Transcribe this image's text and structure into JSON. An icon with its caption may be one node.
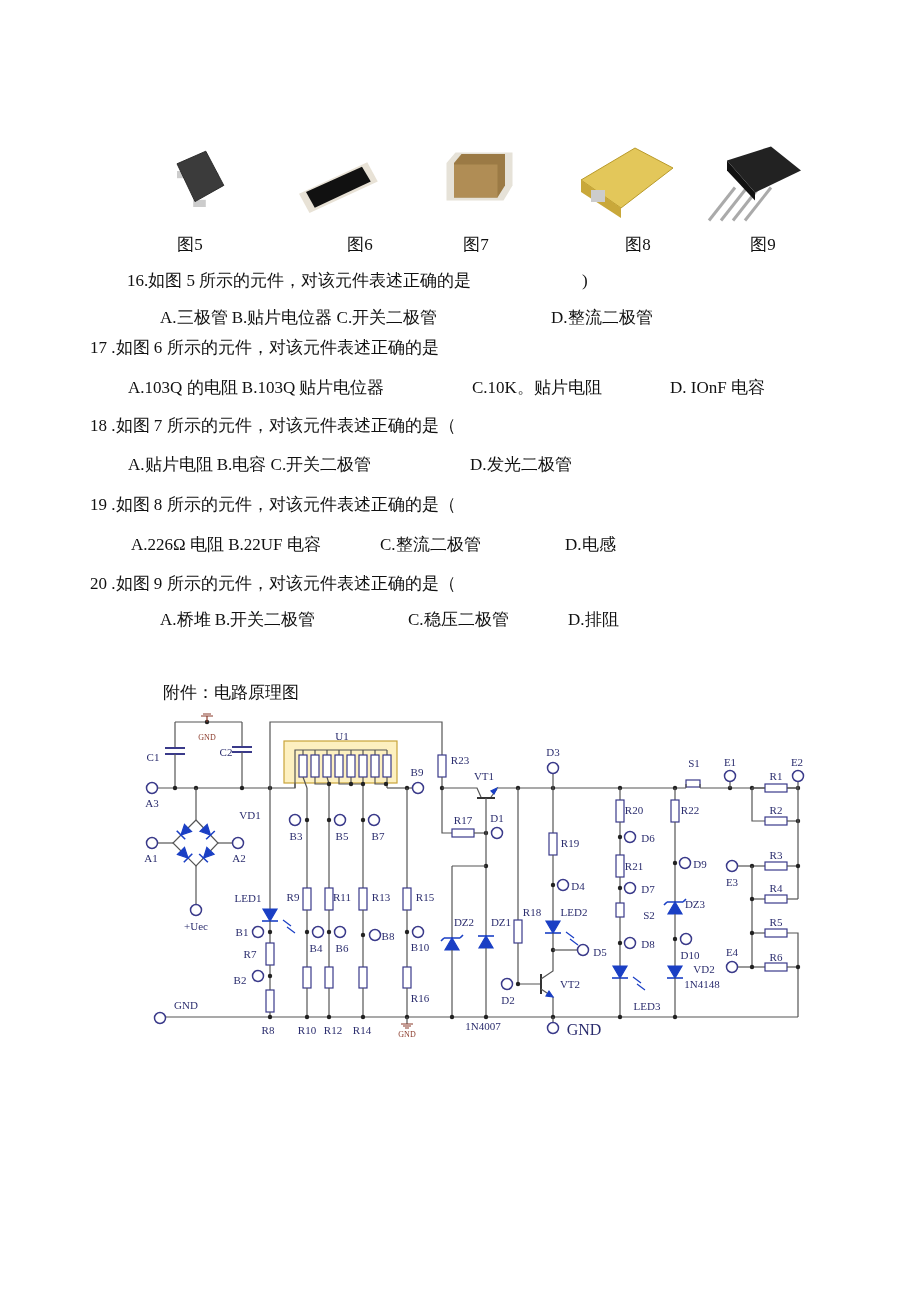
{
  "diagram": {
    "nodes": [
      {
        "text": [],
        "shape": "picture",
        "beside": [
          "图5"
        ]
      },
      {
        "text": [],
        "shape": "picture",
        "beside": [
          "图6"
        ]
      },
      {
        "text": [],
        "shape": "picture",
        "beside": [
          "图7"
        ]
      },
      {
        "text": [],
        "shape": "picture",
        "beside": [
          "图8"
        ]
      },
      {
        "text": [],
        "shape": "picture",
        "beside": [
          "图9"
        ]
      }
    ],
    "labels": [
      "16.如图 5 所示的元件，对该元件表述正确的是",
      ")",
      "A.三极管 B.贴片电位器 C.开关二极管",
      "D.整流二极管",
      "17 .如图 6 所示的元件，对该元件表述正确的是",
      "A.103Q 的电阻 B.103Q 贴片电位器",
      "C.10K。贴片电阻",
      "D. IOnF 电容",
      "18 .如图 7 所示的元件，对该元件表述正确的是（",
      "A.贴片电阻 B.电容 C.开关二极管",
      "D.发光二极管",
      "19 .如图 8 所示的元件，对该元件表述正确的是（",
      "A.226Ω 电阻 B.22UF 电容",
      "C.整流二极管",
      "D.电感",
      "20 .如图 9 所示的元件，对该元件表述正确的是（",
      "A.桥堆 B.开关二极管",
      "C.稳压二极管",
      "D.排阻",
      "附件：电路原理图",
      "GND",
      "C1",
      "C2",
      "U1",
      "R23",
      "VT1",
      "D3",
      "S1",
      "E1",
      "E2",
      "R1",
      "R2",
      "A3",
      "VD1",
      "B9",
      "R17",
      "D1",
      "B3",
      "B5",
      "B7",
      "R20",
      "R22",
      "R19",
      "D6",
      "A1",
      "A2",
      "R3",
      "R21",
      "D9",
      "D4",
      "D7",
      "E3",
      "R4",
      "LED1",
      "R9",
      "R11",
      "R13",
      "R15",
      "DZ2",
      "DZ1",
      "R18",
      "LED2",
      "S2",
      "DZ3",
      "R5",
      "+Uec",
      "B1",
      "B4",
      "B6",
      "B8",
      "B10",
      "D5",
      "D8",
      "E4",
      "D10",
      "R6",
      "R7",
      "VD2",
      "1N4148",
      "B2",
      "VT2",
      "R16",
      "D2",
      "GND",
      "LED3",
      "R8",
      "R10",
      "R12",
      "R14",
      "GND",
      "1N4007",
      "GND"
    ]
  }
}
